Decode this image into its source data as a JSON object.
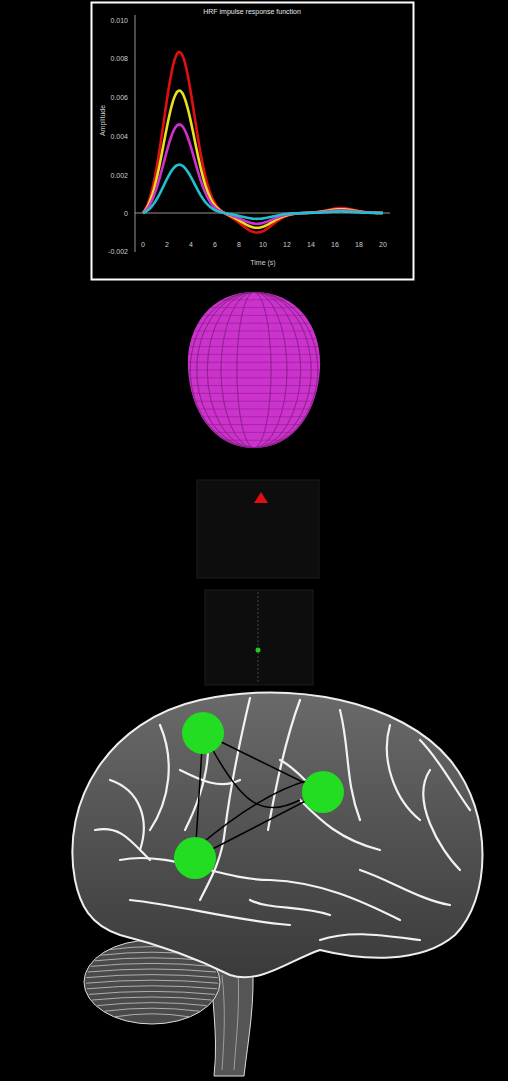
{
  "diagram": {
    "labels": [
      "HRF impulse response function",
      "0.010",
      "0.008",
      "0.006",
      "0.004",
      "0.002",
      "0",
      "-0.002",
      "Amplitude",
      "0",
      "2",
      "4",
      "6",
      "8",
      "10",
      "12",
      "14",
      "16",
      "18",
      "20",
      "Time (s)"
    ]
  }
}
